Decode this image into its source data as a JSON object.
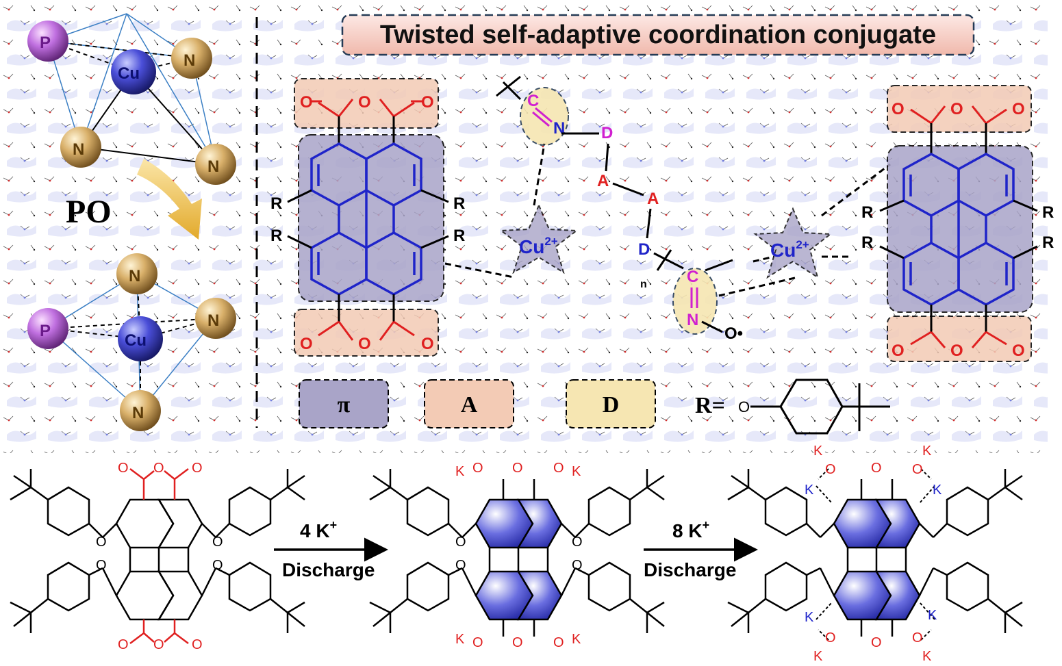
{
  "title": "Twisted self-adaptive coordination conjugate",
  "coord": {
    "label": "PO",
    "top": {
      "P": "P",
      "Cu": "Cu",
      "N1": "N",
      "N2": "N",
      "N3": "N"
    },
    "bottom": {
      "P": "P",
      "Cu": "Cu",
      "N1": "N",
      "N2": "N",
      "N3": "N"
    }
  },
  "polymer": {
    "cu_ion": "Cu",
    "cu_charge": "2+",
    "donor": "D",
    "acceptor": "A",
    "carbon": "C",
    "nitrogen": "N",
    "n_sub": "n",
    "oxy_radical": "O•",
    "r_group": "R",
    "oxygen": "O"
  },
  "legend": {
    "pi": "π",
    "a": "A",
    "d": "D",
    "r_def": "R="
  },
  "reaction": {
    "step1_reagent": "4 K",
    "step1_charge": "+",
    "step1_label": "Discharge",
    "step2_reagent": "8 K",
    "step2_charge": "+",
    "step2_label": "Discharge",
    "k": "K",
    "o": "O"
  },
  "colors": {
    "pi_box": "#a9a4c8",
    "a_box": "#f3cbb5",
    "d_box": "#f6e6b2",
    "title_bg": "#f7d3cc",
    "conj_blue": "#1f24c9",
    "red": "#e02020",
    "magenta": "#d020d0",
    "sphere_gold": "#c89a50",
    "sphere_purple": "#b060d0",
    "sphere_blue": "#3a3ec0"
  }
}
